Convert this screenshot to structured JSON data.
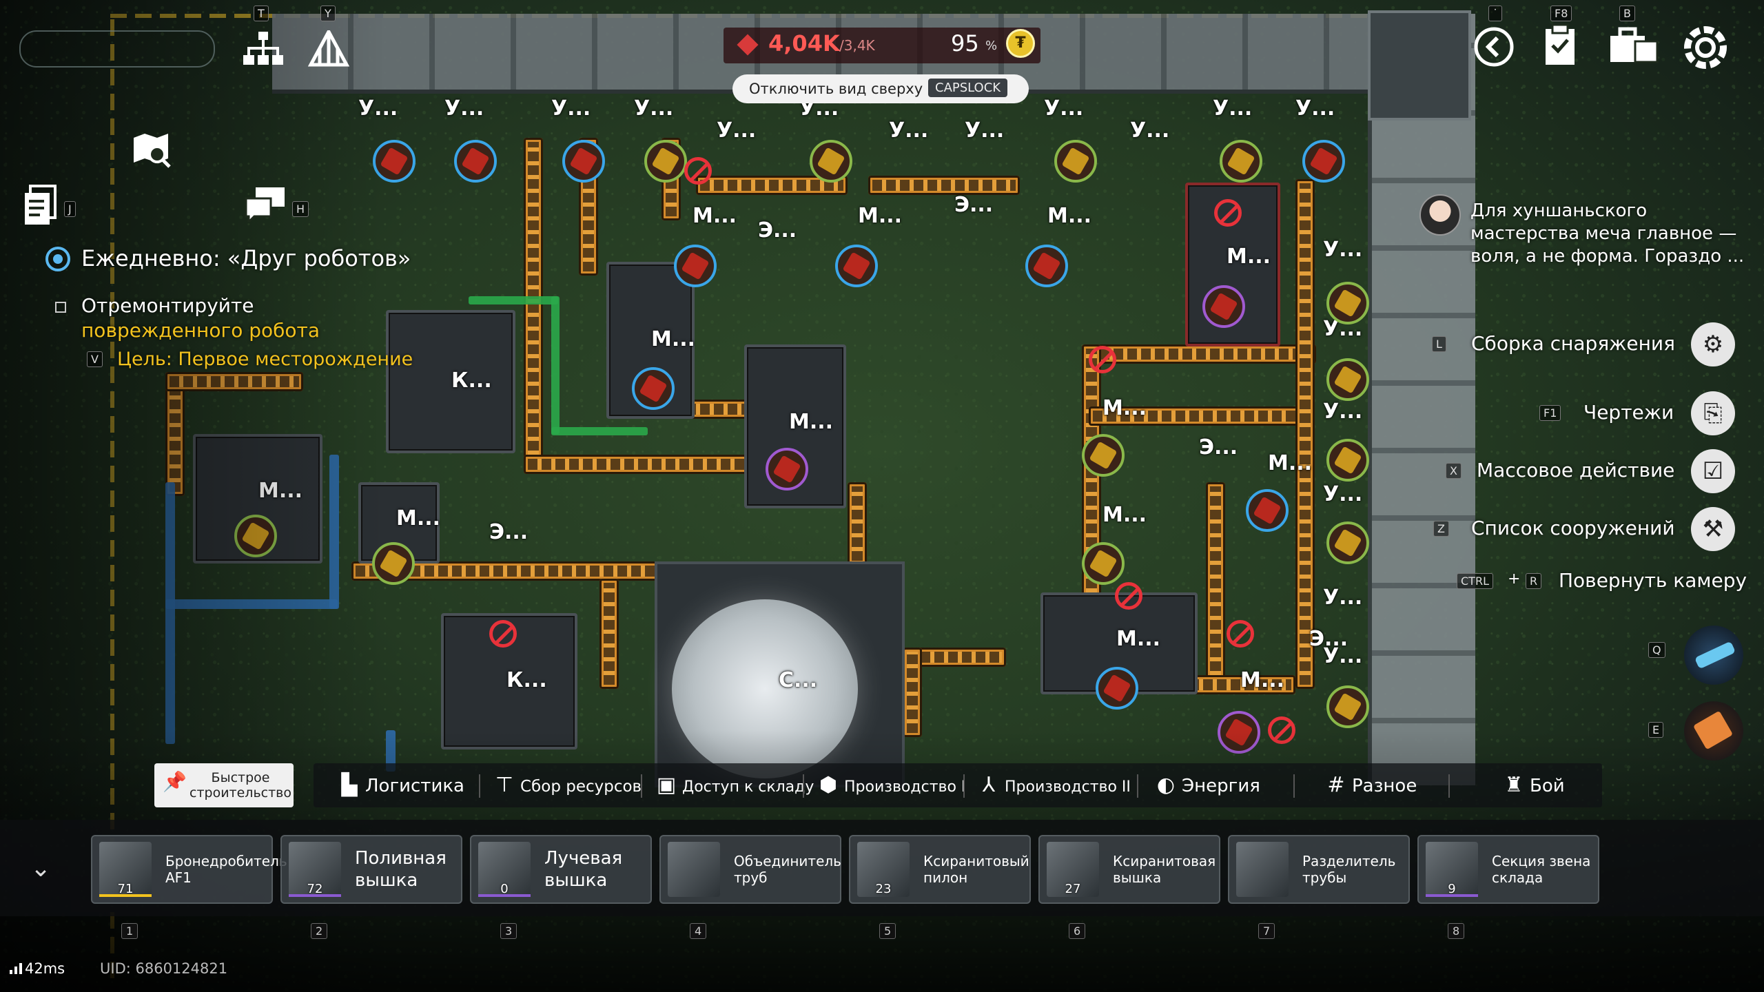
{
  "top_hud": {
    "hotkey_t": "T",
    "hotkey_y": "Y",
    "hotkey_dot": "˙",
    "hotkey_f8": "F8",
    "hotkey_b": "B",
    "power_value": "4,04K",
    "power_cap": "/3,4K",
    "percent_value": "95",
    "percent_symbol": "%",
    "coin_symbol": "₮",
    "toggle_label": "Отключить вид сверху",
    "toggle_key": "CAPSLOCK"
  },
  "left_hud": {
    "hotkey_j": "J",
    "hotkey_h": "H",
    "quest_title": "Ежедневно: «Друг роботов»",
    "quest_line1": "Отремонтируйте",
    "quest_line2": "поврежденного робота",
    "quest_goal_key": "V",
    "quest_goal": "Цель: Первое месторождение"
  },
  "dialog": {
    "text": "Для хуншаньского мастерства меча главное — воля, а не форма. Гораздо ..."
  },
  "right_menu": [
    {
      "key": "L",
      "label": "Сборка снаряжения",
      "icon": "gear-assembly-icon"
    },
    {
      "key": "F1",
      "label": "Чертежи",
      "icon": "blueprint-icon"
    },
    {
      "key": "X",
      "label": "Массовое действие",
      "icon": "mass-action-icon"
    },
    {
      "key": "Z",
      "label": "Список сооружений",
      "icon": "structures-list-icon"
    }
  ],
  "rotate_camera": {
    "key1": "CTRL",
    "plus": "+",
    "key2": "R",
    "label": "Повернуть камеру"
  },
  "side_items": {
    "key_q": "Q",
    "key_e": "E"
  },
  "map_labels": {
    "u": "У...",
    "m": "М...",
    "e": "Э...",
    "k": "К...",
    "s": "С..."
  },
  "quick_build": {
    "label": "Быстрое строительство"
  },
  "categories": [
    {
      "label": "Логистика",
      "icon": "logistics-icon"
    },
    {
      "label": "Сбор ресурсов",
      "icon": "resource-gather-icon"
    },
    {
      "label": "Доступ к складу",
      "icon": "storage-access-icon"
    },
    {
      "label": "Производство I",
      "icon": "production-1-icon"
    },
    {
      "label": "Производство II",
      "icon": "production-2-icon"
    },
    {
      "label": "Энергия",
      "icon": "energy-icon"
    },
    {
      "label": "Разное",
      "icon": "misc-icon"
    },
    {
      "label": "Бой",
      "icon": "combat-icon"
    }
  ],
  "build_slots": [
    {
      "name": "Бронедробитель AF1",
      "count": "71",
      "num": "1"
    },
    {
      "name": "Поливная вышка",
      "count": "72",
      "num": "2"
    },
    {
      "name": "Лучевая вышка",
      "count": "0",
      "num": "3"
    },
    {
      "name": "Объединитель труб",
      "count": "",
      "num": "4"
    },
    {
      "name": "Ксиранитовый пилон",
      "count": "23",
      "num": "5"
    },
    {
      "name": "Ксиранитовая вышка",
      "count": "27",
      "num": "6"
    },
    {
      "name": "Разделитель трубы",
      "count": "",
      "num": "7"
    },
    {
      "name": "Секция звена склада",
      "count": "9",
      "num": "8"
    }
  ],
  "status": {
    "ping": "42ms",
    "uid": "UID: 6860124821"
  },
  "colors": {
    "belt": "#d48a2a",
    "pipe_blue": "#2e6aa8",
    "pipe_green": "#2aa84a",
    "alert": "#e8323a",
    "quest_yellow": "#f2c21e",
    "power_red": "#ff5a55"
  }
}
